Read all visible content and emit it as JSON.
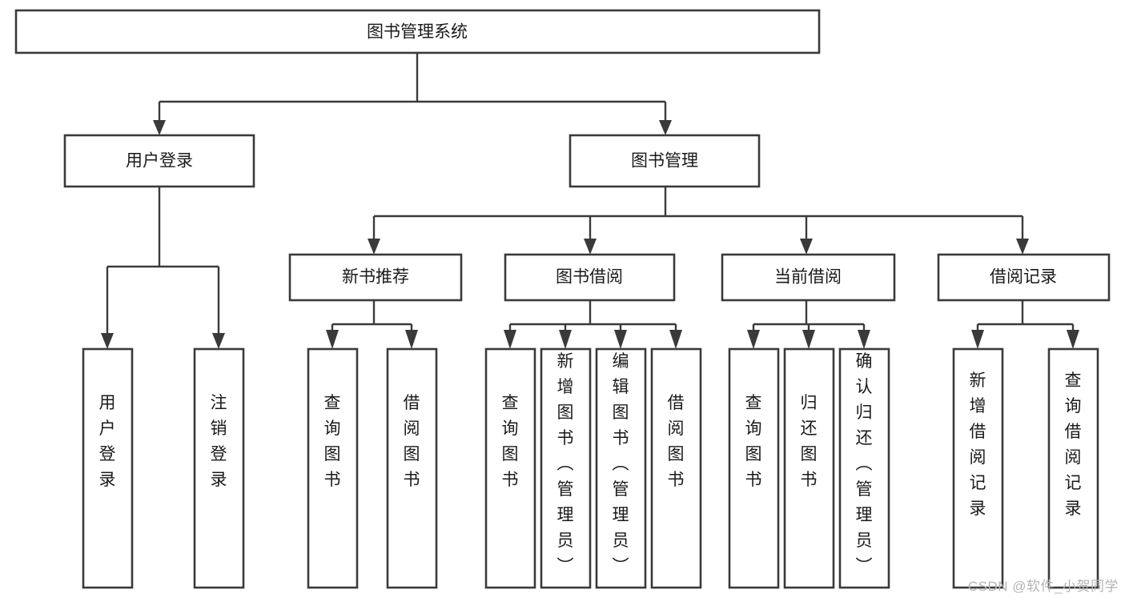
{
  "diagram": {
    "title": "图书管理系统",
    "type": "tree-hierarchy",
    "root": {
      "label": "图书管理系统",
      "id": "root"
    },
    "level1": [
      {
        "id": "user-login",
        "label": "用户登录"
      },
      {
        "id": "book-management",
        "label": "图书管理"
      }
    ],
    "level2": [
      {
        "id": "new-book-recommend",
        "label": "新书推荐",
        "parent": "book-management"
      },
      {
        "id": "book-borrow",
        "label": "图书借阅",
        "parent": "book-management"
      },
      {
        "id": "current-borrow",
        "label": "当前借阅",
        "parent": "book-management"
      },
      {
        "id": "borrow-record",
        "label": "借阅记录",
        "parent": "book-management"
      }
    ],
    "leaves": {
      "user-login": [
        {
          "id": "leaf-user-login",
          "label": "用户登录"
        },
        {
          "id": "leaf-logout-login",
          "label": "注销登录"
        }
      ],
      "new-book-recommend": [
        {
          "id": "leaf-query-book-1",
          "label": "查询图书"
        },
        {
          "id": "leaf-borrow-book-1",
          "label": "借阅图书"
        }
      ],
      "book-borrow": [
        {
          "id": "leaf-query-book-2",
          "label": "查询图书"
        },
        {
          "id": "leaf-add-book-admin",
          "label": "新增图书（管理员）"
        },
        {
          "id": "leaf-edit-book-admin",
          "label": "编辑图书（管理员）"
        },
        {
          "id": "leaf-borrow-book-2",
          "label": "借阅图书"
        }
      ],
      "current-borrow": [
        {
          "id": "leaf-query-book-3",
          "label": "查询图书"
        },
        {
          "id": "leaf-return-book",
          "label": "归还图书"
        },
        {
          "id": "leaf-confirm-return-admin",
          "label": "确认归还（管理员）"
        }
      ],
      "borrow-record": [
        {
          "id": "leaf-add-borrow-record",
          "label": "新增借阅记录"
        },
        {
          "id": "leaf-query-borrow-record",
          "label": "查询借阅记录"
        }
      ]
    },
    "colors": {
      "stroke": "#3a3a3a",
      "fill": "#ffffff",
      "text": "#1a1a1a",
      "watermark": "#b4b4b4"
    }
  },
  "watermark": {
    "text": "CSDN @软件_小贺同学"
  }
}
